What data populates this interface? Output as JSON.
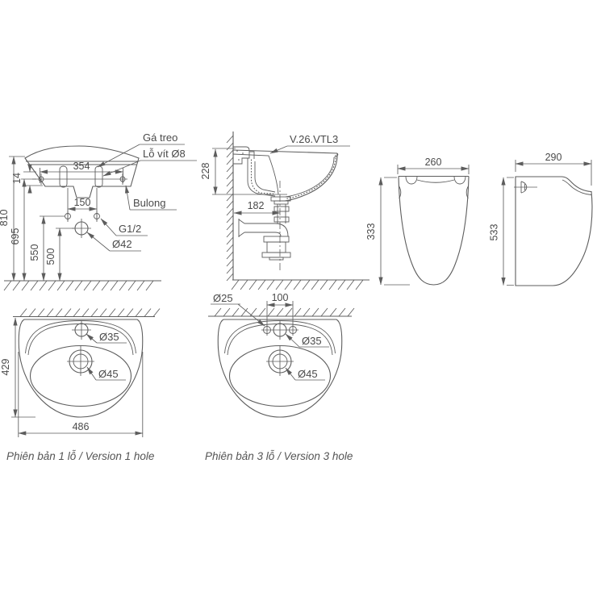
{
  "colors": {
    "line": "#5d5d5d",
    "text": "#4a4a4a",
    "background": "#ffffff"
  },
  "front_view": {
    "labels": {
      "hanger": "Gá treo",
      "screw_hole": "Lỗ vít Ø8",
      "bolt": "Bulong",
      "supply_thread": "G1/2",
      "supply_hole": "Ø42"
    },
    "dims": {
      "bolt_spacing": "354",
      "hanger_offset": "14",
      "hole_spacing": "150",
      "rim_height": "810",
      "bolt_height": "695",
      "supply_height": "550",
      "drain_height": "500"
    }
  },
  "side_view": {
    "model_code": "V.26.VTL3",
    "dims": {
      "rim_to_outlet": "228",
      "wall_to_drain": "182"
    }
  },
  "pedestal_front_view": {
    "dims": {
      "width": "260",
      "height": "333"
    }
  },
  "pedestal_side_view": {
    "dims": {
      "depth": "290",
      "height": "533"
    }
  },
  "top_view_1_hole": {
    "dims": {
      "depth": "429",
      "width": "486",
      "faucet_hole": "Ø35",
      "drain_hole": "Ø45"
    },
    "caption": "Phiên bản 1 lỗ / Version 1 hole"
  },
  "top_view_3_hole": {
    "dims": {
      "side_hole": "Ø25",
      "hole_spacing": "100",
      "faucet_hole": "Ø35",
      "drain_hole": "Ø45"
    },
    "caption": "Phiên bản 3 lỗ / Version 3 hole"
  }
}
